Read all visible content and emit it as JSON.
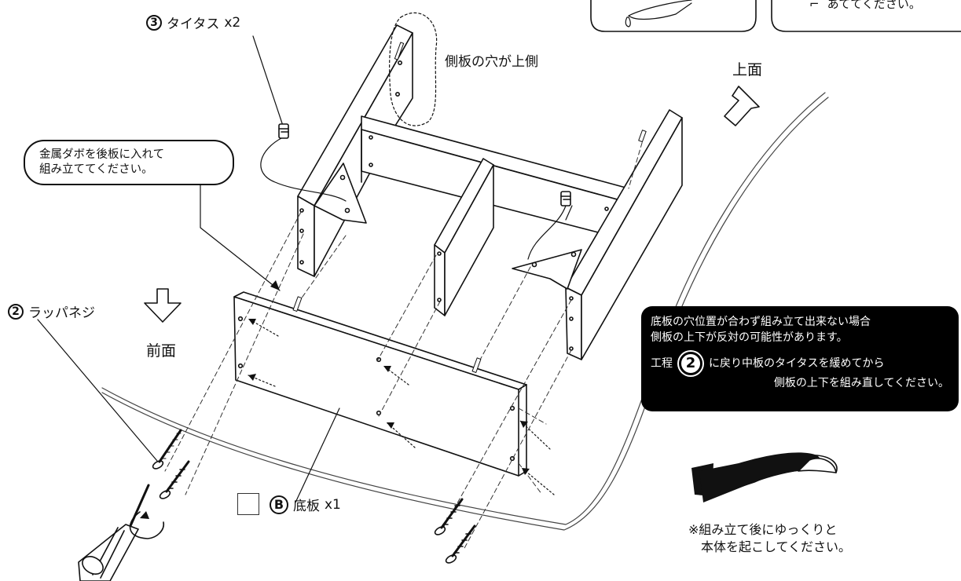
{
  "parts": {
    "titus": {
      "number": "3",
      "name": "タイタス",
      "qty": "x2"
    },
    "lap_screw": {
      "number": "2",
      "name": "ラッパネジ"
    },
    "bottom_board": {
      "letter": "B",
      "name": "底板",
      "qty": "x1"
    }
  },
  "labels": {
    "side_hole_up": "側板の穴が上側",
    "top_face": "上面",
    "front_face": "前面"
  },
  "callout_dowel": {
    "line1": "金属ダボを後板に入れて",
    "line2": "組み立ててください。"
  },
  "notice": {
    "line1": "底板の穴位置が合わず組み立て出来ない場合",
    "line2": "側板の上下が反対の可能性があります。",
    "step_prefix": "工程",
    "step_number": "2",
    "step_suffix": "に戻り中板のタイタスを緩めてから",
    "line4": "側板の上下を組み直してください。"
  },
  "bottom_note": {
    "line1": "※組み立て後にゆっくりと",
    "line2": "本体を起こしてください。"
  },
  "top_right_fragment": "あててください。",
  "icons": [
    "screwdriver-icon",
    "lap-screw-icon",
    "titus-cam-icon",
    "direction-arrow-up-icon",
    "direction-arrow-down-icon",
    "rotate-arrow-icon",
    "checkbox-icon"
  ]
}
